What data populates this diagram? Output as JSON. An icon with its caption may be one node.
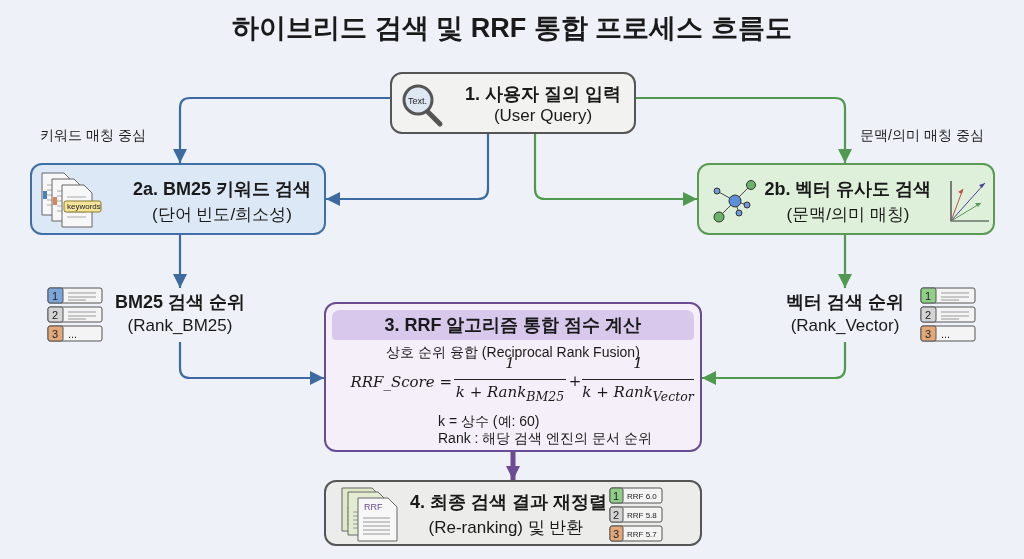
{
  "diagram": {
    "title": "하이브리드 검색 및 RRF 통합 프로세스 흐름도",
    "nodes": [
      {
        "text": [
          "1. 사용자 질의 입력",
          "(User Query)"
        ]
      },
      {
        "text": [
          "2a. BM25 키워드 검색",
          "(단어 빈도/희소성)"
        ]
      },
      {
        "text": [
          "2b. 벡터 유사도 검색",
          "(문맥/의미 매칭)"
        ]
      },
      {
        "text": [
          "BM25 검색 순위",
          "(Rank_BM25)"
        ]
      },
      {
        "text": [
          "벡터 검색 순위",
          "(Rank_Vector)"
        ]
      },
      {
        "text": [
          "3. RRF 알고리즘 통합 점수 계산",
          "상호 순위 융합 (Reciprocal Rank Fusion)",
          "RRF_Score =",
          "1",
          "k + Rank$_{BM25}$",
          "+",
          "1",
          "k + Rank$_{Vector}$",
          "k = 상수 (예: 60)",
          "Rank : 해당 검색 엔진의 문서 순위"
        ]
      },
      {
        "text": [
          "4. 최종 검색 결과 재정렬",
          "(Re-ranking) 및 반환"
        ]
      }
    ],
    "edges": [
      {
        "from": 0,
        "to": 1,
        "arrow": "to",
        "color": "#3d6aa0"
      },
      {
        "from": 0,
        "to": 1,
        "arrow": "to",
        "color": "#3d6aa0"
      },
      {
        "from": 0,
        "to": 2,
        "arrow": "to",
        "color": "#4f9a4f"
      },
      {
        "from": 0,
        "to": 2,
        "arrow": "to",
        "color": "#4f9a4f"
      },
      {
        "from": 1,
        "to": 3,
        "arrow": "to",
        "color": "#3d6aa0"
      },
      {
        "from": 2,
        "to": 4,
        "arrow": "to",
        "color": "#4f9a4f"
      },
      {
        "from": 3,
        "to": 5,
        "arrow": "to",
        "color": "#3d6aa0"
      },
      {
        "from": 4,
        "to": 5,
        "arrow": "to",
        "color": "#4f9a4f"
      },
      {
        "from": 5,
        "to": 6,
        "arrow": "to",
        "color": "#6a4c93",
        "style": "thick"
      }
    ],
    "labels": [
      "Text.",
      "키워드 매칭 중심",
      "문맥/의미 매칭 중심",
      "keywords",
      "1",
      "2",
      "3",
      "...",
      "1",
      "2",
      "3",
      "...",
      "RRF",
      "1",
      "RRF 6.0",
      "2",
      "RRF 5.8",
      "3",
      "RRF 5.7"
    ]
  }
}
